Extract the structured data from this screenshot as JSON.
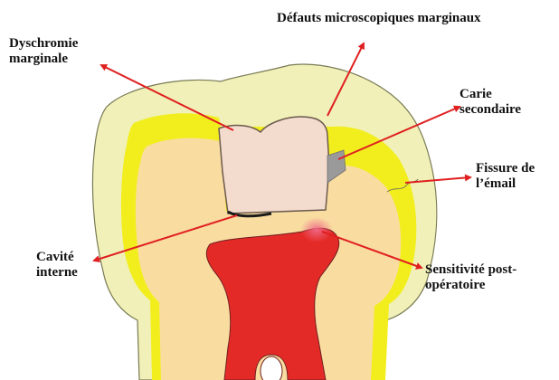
{
  "labels": {
    "defauts": "Défauts microscopiques marginaux",
    "dyschromie": [
      "Dyschromie",
      "marginale"
    ],
    "carie": [
      "Carie",
      "secondaire"
    ],
    "fissure": [
      "Fissure de",
      "l’émail"
    ],
    "cavite": [
      "Cavité",
      "interne"
    ],
    "sensitivite": [
      "Sensitivité post-",
      "opératoire"
    ]
  },
  "colors": {
    "enamel_outer": "#f0f0b8",
    "enamel_band": "#f2ee1e",
    "dentin": "#f9dca0",
    "pulp": "#e42a27",
    "restoration": "#f3dccd",
    "arrow": "#e02020",
    "outline": "#7a7a55"
  }
}
